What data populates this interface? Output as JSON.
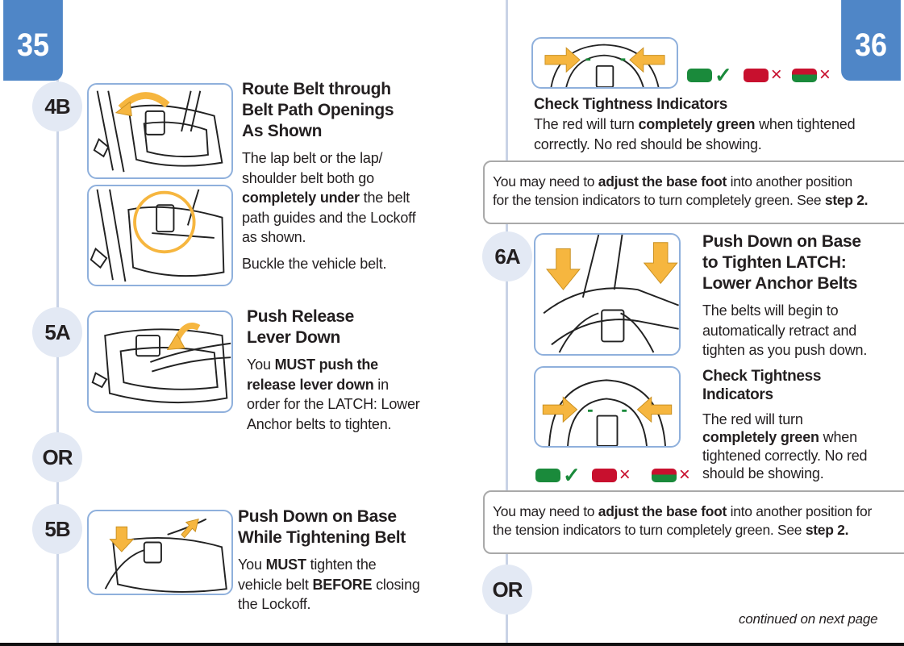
{
  "pages": {
    "left": "35",
    "right": "36"
  },
  "steps": {
    "s4b": {
      "label": "4B",
      "heading": [
        "Route Belt through",
        "Belt Path Openings",
        "As Shown"
      ],
      "p1": [
        {
          "t": "The lap belt or the lap/ shoulder belt both go "
        },
        {
          "t": "completely under",
          "b": true
        },
        {
          "t": " the belt path guides and the Lockoff as shown."
        }
      ],
      "p2": [
        {
          "t": "Buckle the vehicle belt."
        }
      ]
    },
    "s5a": {
      "label": "5A",
      "heading": [
        "Push Release",
        "Lever Down"
      ],
      "p1": [
        {
          "t": "You "
        },
        {
          "t": "MUST push the release lever down",
          "b": true
        },
        {
          "t": " in order for the LATCH: Lower Anchor belts to tighten."
        }
      ]
    },
    "or1": {
      "label": "OR"
    },
    "s5b": {
      "label": "5B",
      "heading": [
        "Push Down on Base",
        "While Tightening Belt"
      ],
      "p1": [
        {
          "t": "You "
        },
        {
          "t": "MUST",
          "b": true
        },
        {
          "t": " tighten the vehicle belt "
        },
        {
          "t": "BEFORE",
          "b": true
        },
        {
          "t": " closing the Lockoff."
        }
      ]
    },
    "check1": {
      "heading": "Check Tightness Indicators",
      "p1": [
        {
          "t": "The red will turn "
        },
        {
          "t": "completely green",
          "b": true
        },
        {
          "t": " when tightened correctly. No red should be showing."
        }
      ]
    },
    "note1": {
      "p1": [
        {
          "t": "You may need to "
        },
        {
          "t": "adjust the base foot",
          "b": true
        },
        {
          "t": " into another position for the tension indicators to turn completely green. See "
        },
        {
          "t": "step 2.",
          "b": true
        }
      ]
    },
    "s6a": {
      "label": "6A",
      "heading": [
        "Push Down on Base",
        "to Tighten LATCH:",
        "Lower Anchor Belts"
      ],
      "p1": [
        {
          "t": "The belts will begin to automatically retract and tighten as you push down."
        }
      ],
      "check_heading": [
        "Check Tightness",
        "Indicators"
      ],
      "p2": [
        {
          "t": "The red will turn "
        },
        {
          "t": "completely green",
          "b": true
        },
        {
          "t": " when tightened correctly. No red should be showing."
        }
      ]
    },
    "note2": {
      "p1": [
        {
          "t": "You may need to "
        },
        {
          "t": "adjust the base foot",
          "b": true
        },
        {
          "t": " into another position for the tension indicators to turn completely green. See "
        },
        {
          "t": "step 2.",
          "b": true
        }
      ]
    },
    "or2": {
      "label": "OR"
    }
  },
  "indicator_symbols": {
    "ok": "✓",
    "bad": "×"
  },
  "continued": "continued on next page",
  "colors": {
    "accent_blue": "#4f86c7",
    "green": "#1a8a3b",
    "red": "#c8102e",
    "arrow": "#f6b63f"
  }
}
